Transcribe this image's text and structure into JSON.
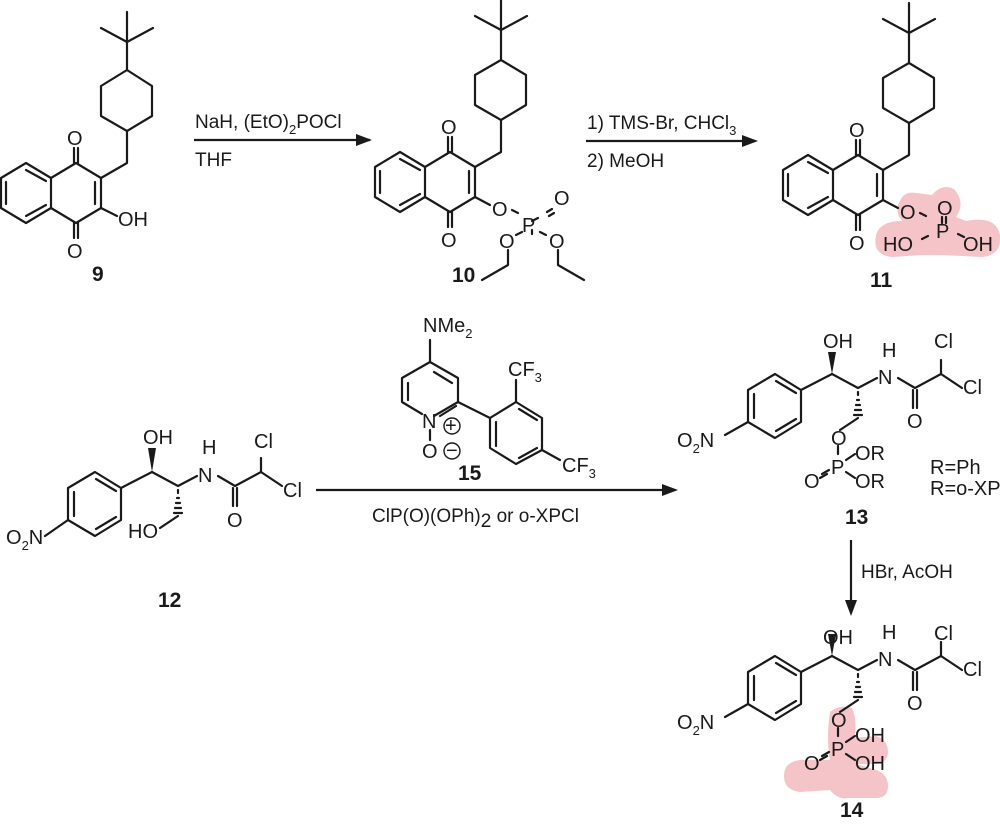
{
  "colors": {
    "bond": "#1a1a1a",
    "highlight": "#f4c4c8",
    "background": "#ffffff"
  },
  "compounds": {
    "c9": {
      "label": "9",
      "atoms": {
        "o1": "O",
        "o2": "O",
        "oh": "OH"
      }
    },
    "c10": {
      "label": "10",
      "atoms": {
        "o1": "O",
        "o2": "O",
        "o3": "O",
        "p": "P",
        "o4": "O",
        "o5": "O",
        "o6": "O"
      }
    },
    "c11": {
      "label": "11",
      "atoms": {
        "o1": "O",
        "o2": "O",
        "o3": "O",
        "p": "P",
        "o4": "O",
        "ho": "HO",
        "oh": "OH"
      }
    },
    "c12": {
      "label": "12",
      "atoms": {
        "oh": "OH",
        "h": "H",
        "n": "N",
        "cl1": "Cl",
        "cl2": "Cl",
        "o": "O",
        "o2n_o": "O",
        "o2n_sub": "2",
        "o2n_n": "N",
        "ho": "HO"
      }
    },
    "c13": {
      "label": "13",
      "atoms": {
        "oh": "OH",
        "h": "H",
        "n": "N",
        "cl1": "Cl",
        "cl2": "Cl",
        "o": "O",
        "o2n_o": "O",
        "o2n_sub": "2",
        "o2n_n": "N",
        "o_ester": "O",
        "p": "P",
        "or1": "OR",
        "or2": "OR",
        "o_dbl": "O"
      },
      "r_definitions": [
        "R=Ph",
        "R=o-XP"
      ]
    },
    "c14": {
      "label": "14",
      "atoms": {
        "oh": "OH",
        "h": "H",
        "n": "N",
        "cl1": "Cl",
        "cl2": "Cl",
        "o": "O",
        "o2n_o": "O",
        "o2n_sub": "2",
        "o2n_n": "N",
        "o_ester": "O",
        "p": "P",
        "oh1": "OH",
        "oh2": "OH",
        "o_dbl": "O"
      }
    },
    "c15": {
      "label": "15",
      "atoms": {
        "nme": "NMe",
        "nme_sub": "2",
        "n": "N",
        "plus": "+",
        "o": "O",
        "minus": "−",
        "cf3a": "CF",
        "cf3a_sub": "3",
        "cf3b": "CF",
        "cf3b_sub": "3"
      }
    }
  },
  "reactions": {
    "r1": {
      "above": "NaH, (EtO)",
      "above_sub": "2",
      "above_tail": "POCl",
      "below": "THF"
    },
    "r2": {
      "above": "1) TMS-Br, CHCl",
      "above_sub": "3",
      "below": "2) MeOH"
    },
    "r3": {
      "below_a": "ClP(O)(OPh)",
      "below_sub": "2",
      "below_b": " or o-XPCl"
    },
    "r4": {
      "side": "HBr, AcOH"
    }
  }
}
